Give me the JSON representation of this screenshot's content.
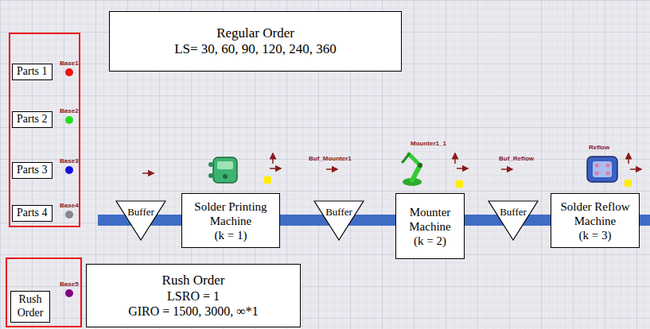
{
  "diagram": {
    "nodes": [
      {
        "text": [
          "Regular Order",
          "LS= 30, 60, 90, 120, 240, 360"
        ]
      },
      {
        "text": [
          "Parts 1"
        ]
      },
      {
        "text": [
          "Parts 2"
        ]
      },
      {
        "text": [
          "Parts 3"
        ]
      },
      {
        "text": [
          "Parts 4"
        ]
      },
      {
        "text": [
          "Buffer"
        ]
      },
      {
        "text": [
          "Solder Printing Machine",
          "(k = 1)"
        ]
      },
      {
        "text": [
          "Buffer"
        ]
      },
      {
        "text": [
          "Mounter Machine",
          "(k = 2)"
        ]
      },
      {
        "text": [
          "Buffer"
        ]
      },
      {
        "text": [
          "Solder Reflow Machine",
          "(k = 3)"
        ]
      },
      {
        "text": [
          "Rush Order"
        ]
      },
      {
        "text": [
          "Rush Order",
          "LSRO = 1",
          "GIRO = 1500, 3000, ∞*1"
        ]
      }
    ],
    "labels": [
      "Base1",
      "Base2",
      "Base3",
      "Base4",
      "Base5",
      "Buf_Mounter1",
      "Mounter1_1",
      "Buf_Reflow",
      "Reflow"
    ]
  }
}
